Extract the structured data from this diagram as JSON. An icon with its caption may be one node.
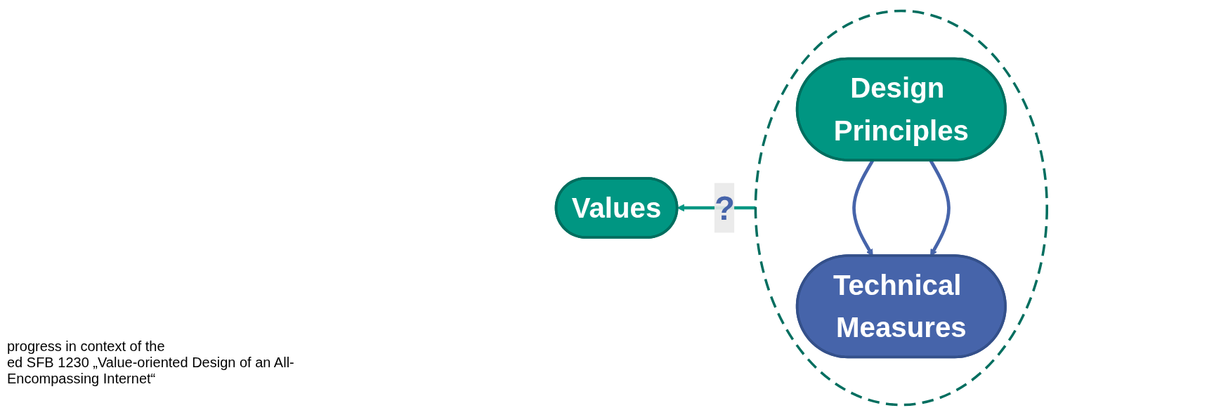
{
  "diagram": {
    "nodes": [
      {
        "text": [
          "Values"
        ]
      },
      {
        "text": [],
        "shape": "circle"
      },
      {
        "text": [
          "Design Principles"
        ],
        "in": 1
      },
      {
        "text": [
          "Technical Measures"
        ],
        "in": 1
      }
    ],
    "edges": [
      {
        "from": 0,
        "to": 1,
        "arrow": "both",
        "label": "?",
        "color": "#009682"
      },
      {
        "from": 2,
        "to": 3,
        "arrow": "to"
      },
      {
        "from": 2,
        "to": 3,
        "arrow": "to"
      }
    ],
    "labels": [
      "progress in context of the",
      "ed SFB 1230 „Value-oriented Design of an All-Encompassing Internet“"
    ]
  }
}
